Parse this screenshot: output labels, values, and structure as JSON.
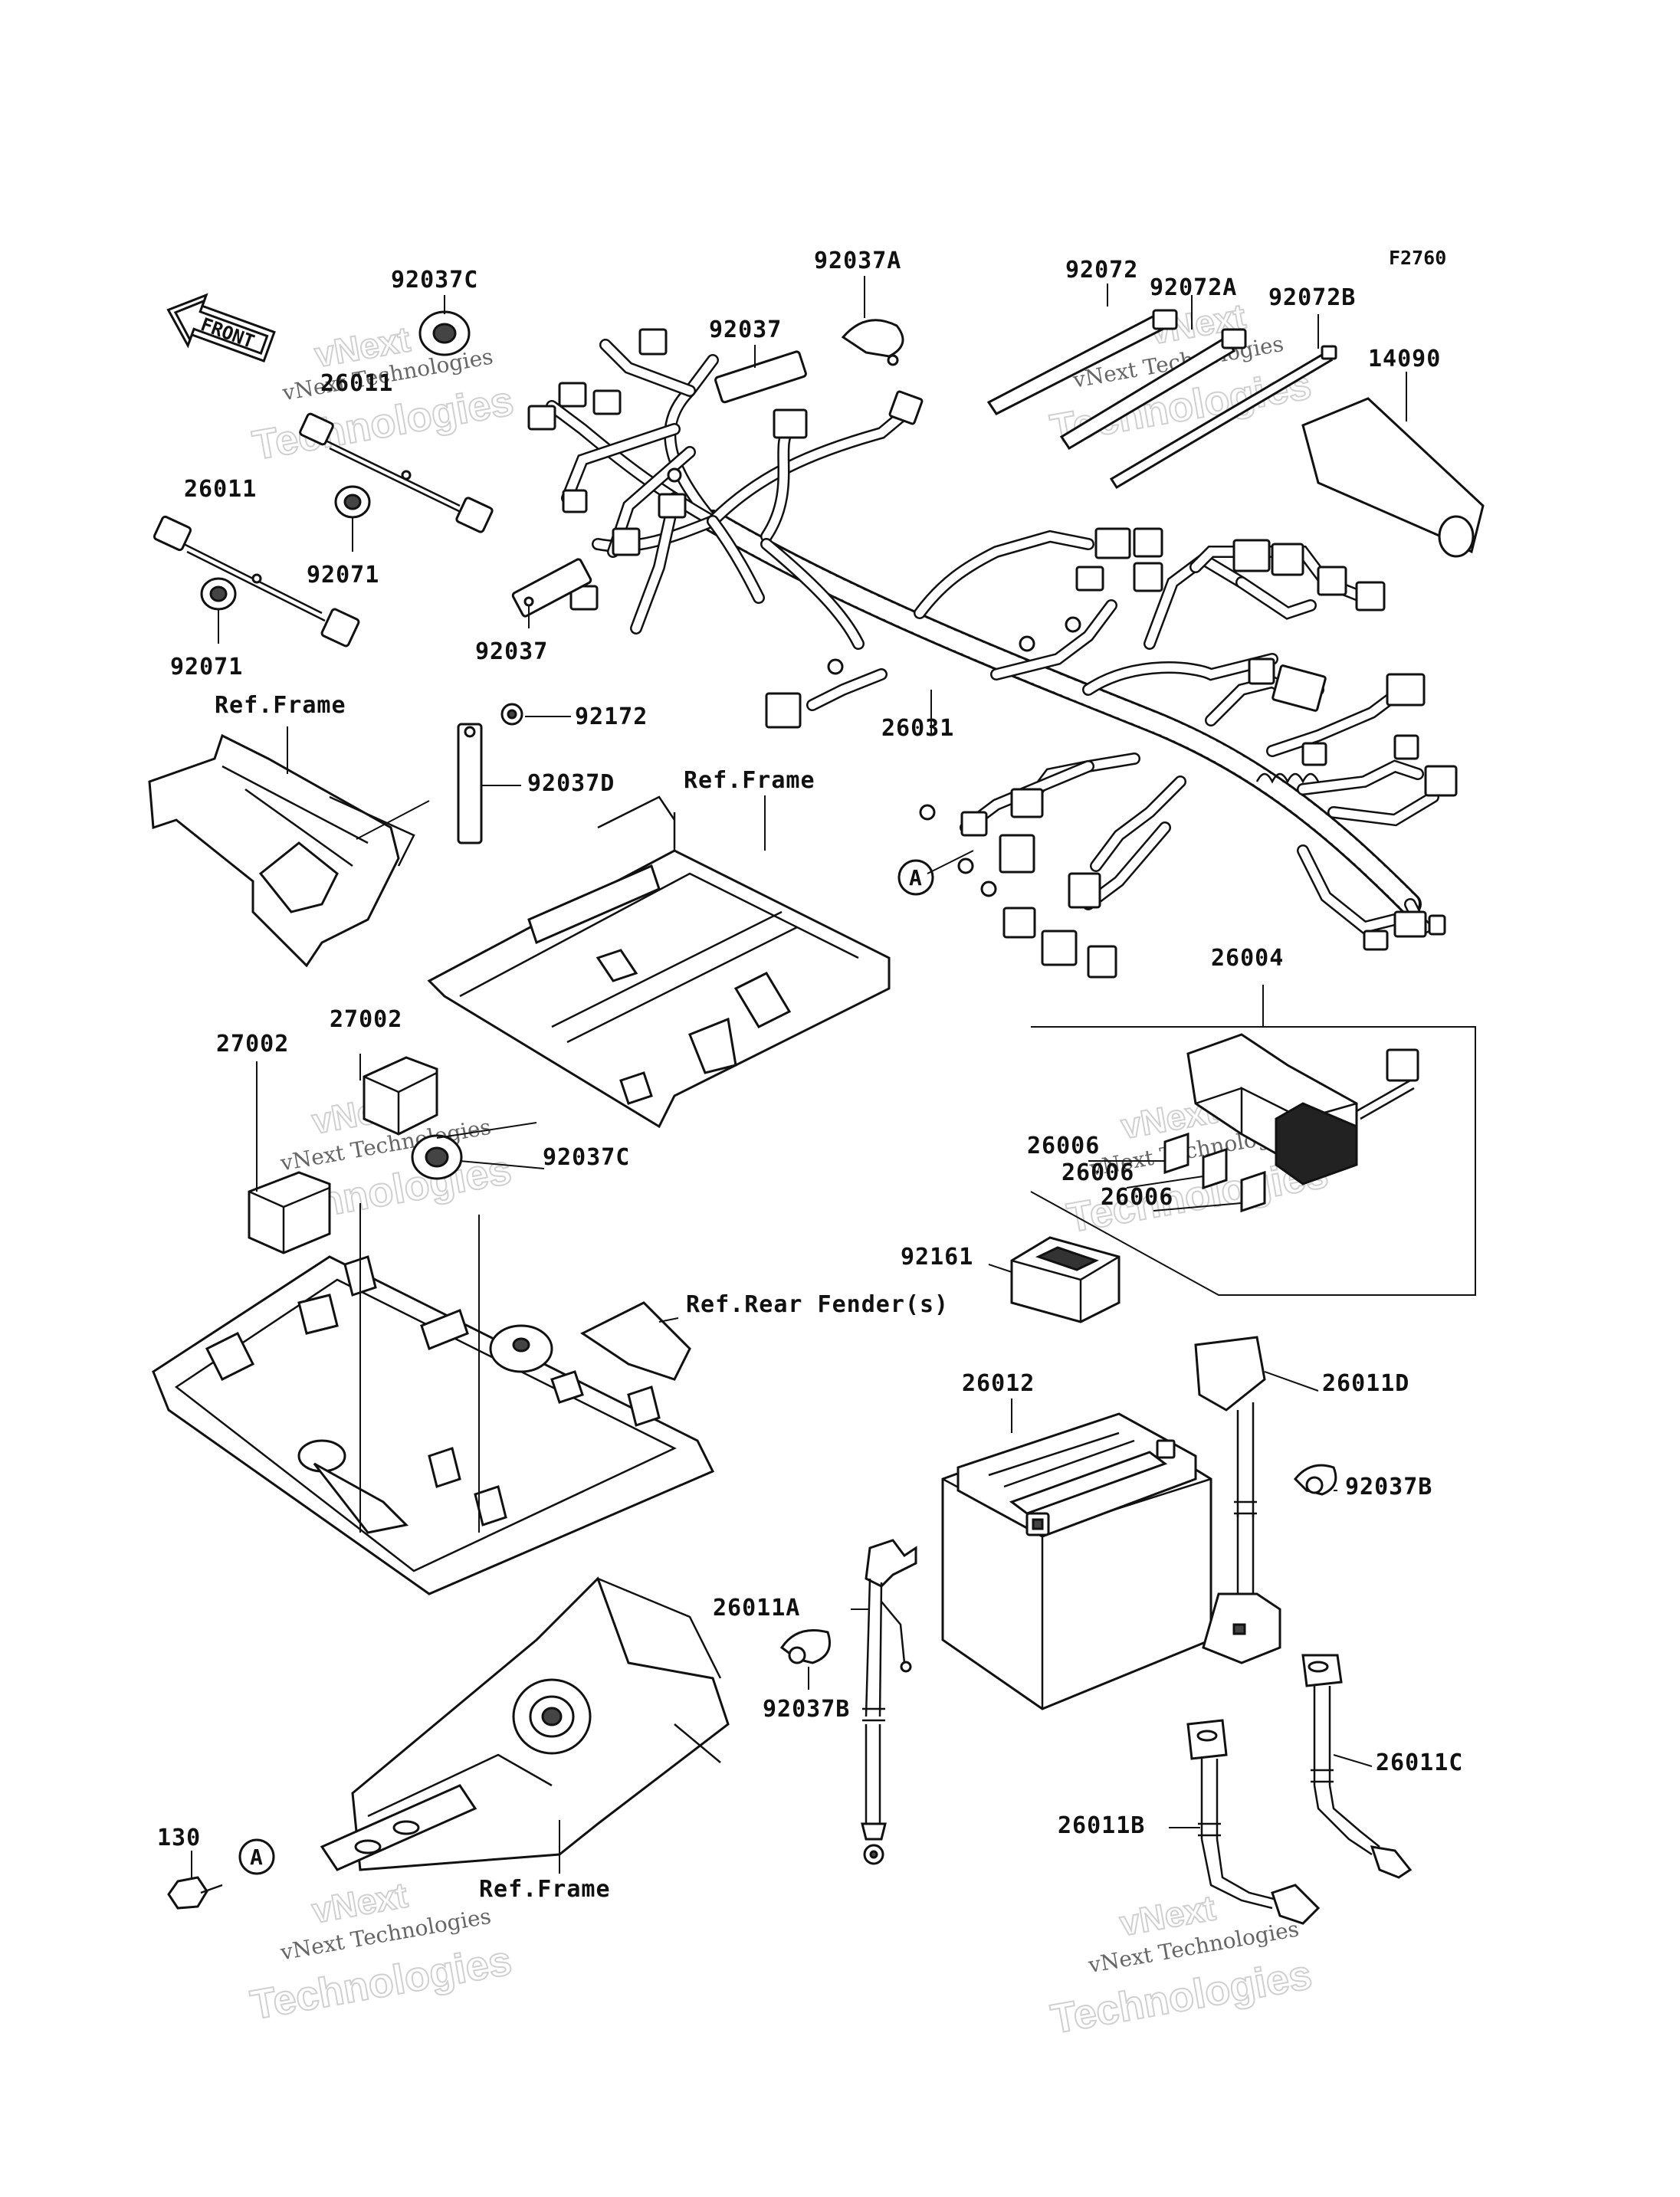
{
  "figure_code": "F2760",
  "front_label": "FRONT",
  "watermark": {
    "line1": "vNext Technologies",
    "line2": "Technologies",
    "line3": "vNext"
  },
  "circle_marker": "A",
  "labels": {
    "p92037C_top": "92037C",
    "p26011_a": "26011",
    "p26011_b": "26011",
    "p92071_a": "92071",
    "p92071_b": "92071",
    "p92037A": "92037A",
    "p92037": "92037",
    "p92037_b": "92037",
    "p92072": "92072",
    "p92072A": "92072A",
    "p92072B": "92072B",
    "p14090": "14090",
    "p92172": "92172",
    "p92037D": "92037D",
    "p26031": "26031",
    "ref_frame_1": "Ref.Frame",
    "ref_frame_2": "Ref.Frame",
    "ref_frame_3": "Ref.Frame",
    "p26004": "26004",
    "p27002_a": "27002",
    "p27002_b": "27002",
    "p92037C_mid": "92037C",
    "p26006_a": "26006",
    "p26006_b": "26006",
    "p26006_c": "26006",
    "p92161": "92161",
    "ref_rear_fender": "Ref.Rear Fender(s)",
    "p26012": "26012",
    "p26011D": "26011D",
    "p92037B_right": "92037B",
    "p26011A": "26011A",
    "p92037B_left": "92037B",
    "p26011C": "26011C",
    "p26011B": "26011B",
    "p130": "130"
  }
}
